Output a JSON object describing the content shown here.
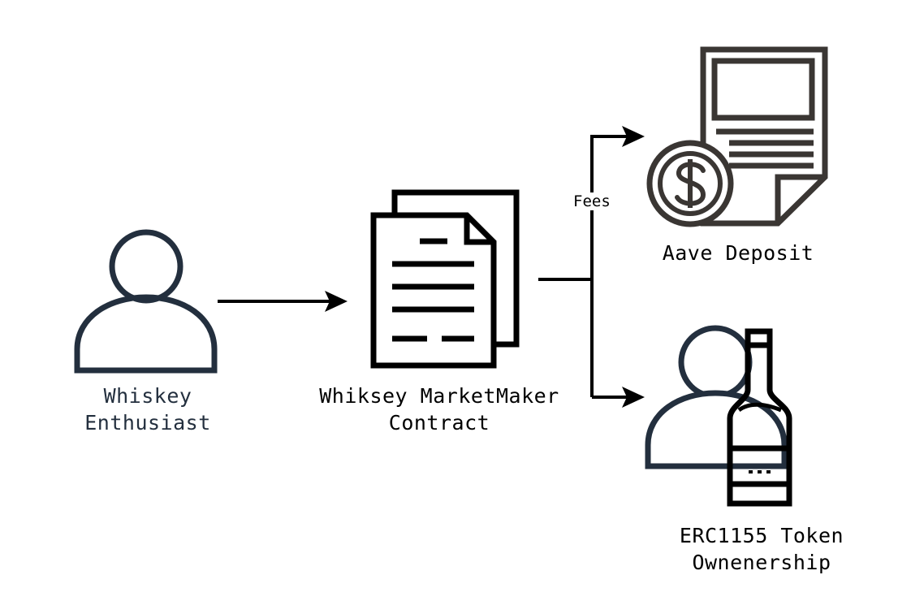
{
  "nodes": {
    "enthusiast": {
      "line1": "Whiskey",
      "line2": "Enthusiast"
    },
    "contract": {
      "line1": "Whiksey MarketMaker",
      "line2": "Contract"
    },
    "aave": {
      "label": "Aave Deposit"
    },
    "token": {
      "line1": "ERC1155 Token",
      "line2": "Ownenership"
    }
  },
  "edges": {
    "fees_label": "Fees"
  },
  "colors": {
    "person_stroke": "#232f3e",
    "person_text": "#232f3e",
    "icon_stroke": "#000000",
    "doc_stroke": "#3a3633",
    "arrow": "#000000"
  }
}
